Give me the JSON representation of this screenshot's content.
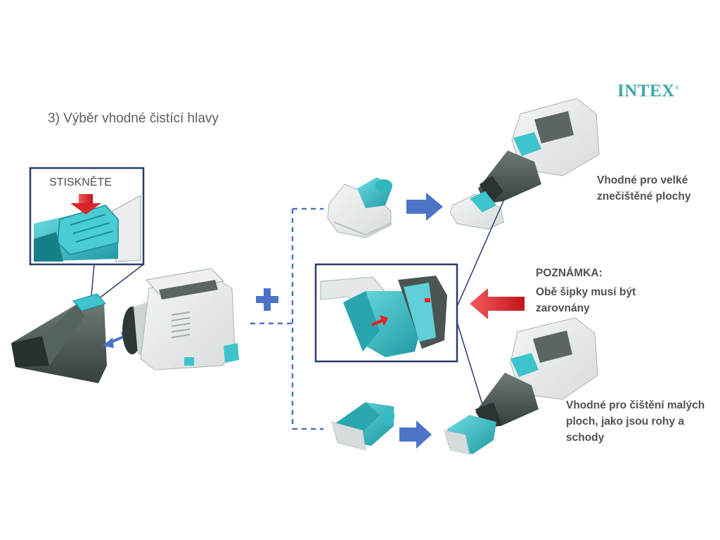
{
  "brand": {
    "logo": "INTEX",
    "trademark": "®"
  },
  "step": {
    "title": "3) Výběr vhodné čistící hlavy"
  },
  "callout": {
    "press_label": "STISKNĚTE"
  },
  "heads": {
    "large_area": {
      "caption": "Vhodné pro velké znečištěné plochy"
    },
    "small_area": {
      "caption": "Vhodné pro čištění malých ploch, jako jsou rohy a schody"
    }
  },
  "note": {
    "heading": "POZNÁMKA:",
    "text": "Obě šipky musí být zarovnány"
  },
  "colors": {
    "teal": "#3fc3cc",
    "dark_teal": "#1f8f98",
    "body_gray": "#e9ecec",
    "nozzle_gray": "#4b5a56",
    "arrow_blue": "#4b74c6",
    "arrow_red": "#e0262b",
    "frame_navy": "#2a3c6e"
  }
}
